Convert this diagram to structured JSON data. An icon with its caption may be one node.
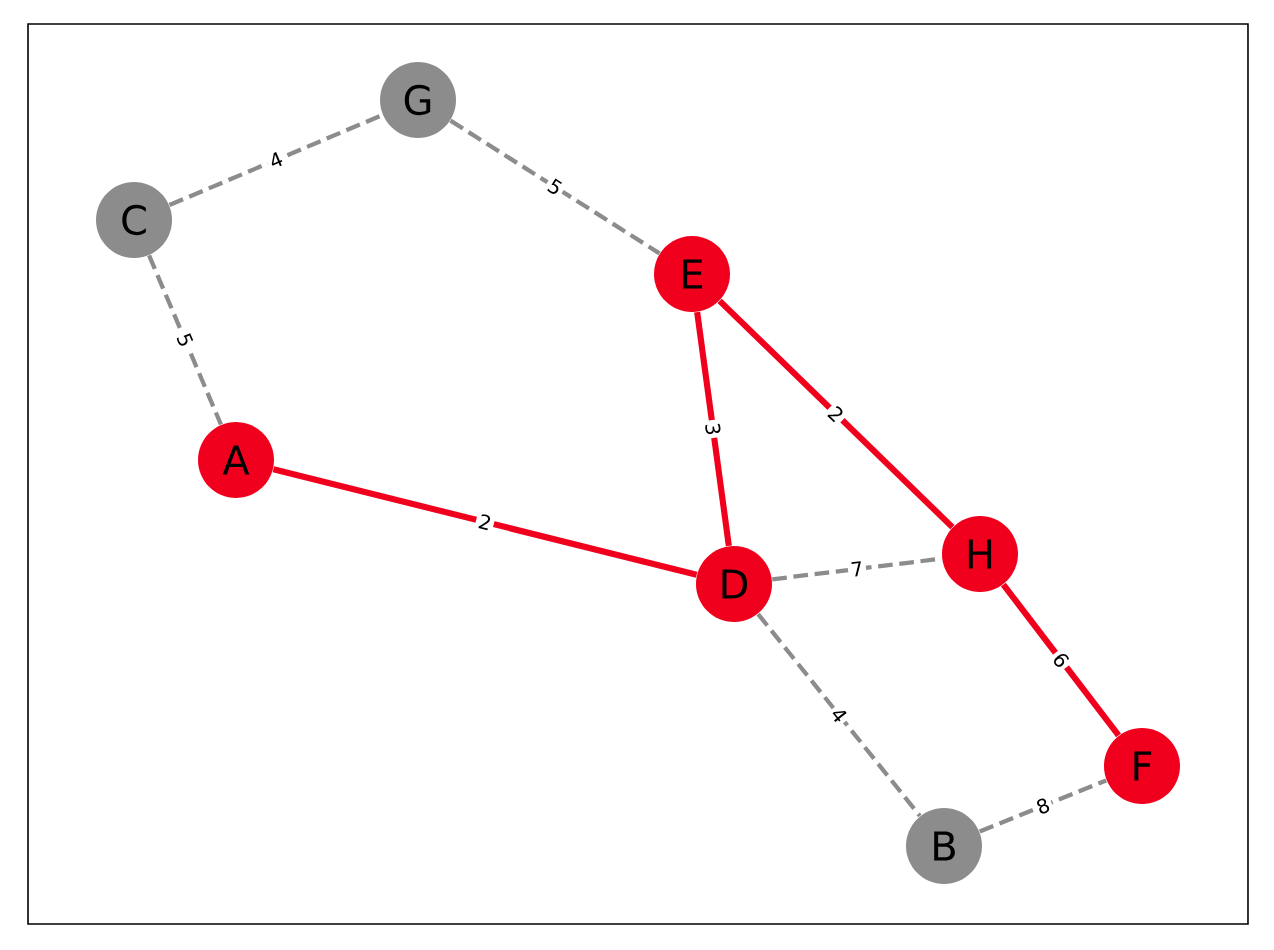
{
  "diagram": {
    "nodes": [
      {
        "text": [
          "G"
        ]
      },
      {
        "text": [
          "C"
        ]
      },
      {
        "text": [
          "E"
        ]
      },
      {
        "text": [
          "A"
        ]
      },
      {
        "text": [
          "H"
        ]
      },
      {
        "text": [
          "D"
        ]
      },
      {
        "text": [
          "F"
        ]
      },
      {
        "text": [
          "B"
        ]
      }
    ],
    "edges": [
      {
        "from": 1,
        "to": 0,
        "arrow": "none",
        "label": "4",
        "style": "dashed"
      },
      {
        "from": 0,
        "to": 2,
        "arrow": "none",
        "label": "5",
        "style": "dashed"
      },
      {
        "from": 1,
        "to": 3,
        "arrow": "none",
        "label": "5",
        "style": "dashed"
      },
      {
        "from": 3,
        "to": 5,
        "arrow": "none",
        "label": "2",
        "color": "#f0001c"
      },
      {
        "from": 2,
        "to": 5,
        "arrow": "none",
        "label": "3",
        "color": "#f0001c"
      },
      {
        "from": 2,
        "to": 4,
        "arrow": "none",
        "label": "2",
        "color": "#f0001c"
      },
      {
        "from": 5,
        "to": 4,
        "arrow": "none",
        "label": "7",
        "style": "dashed"
      },
      {
        "from": 4,
        "to": 6,
        "arrow": "none",
        "label": "6",
        "color": "#f0001c"
      },
      {
        "from": 5,
        "to": 7,
        "arrow": "none",
        "label": "4",
        "style": "dashed"
      },
      {
        "from": 7,
        "to": 6,
        "arrow": "none",
        "label": "8",
        "style": "dashed"
      }
    ]
  }
}
